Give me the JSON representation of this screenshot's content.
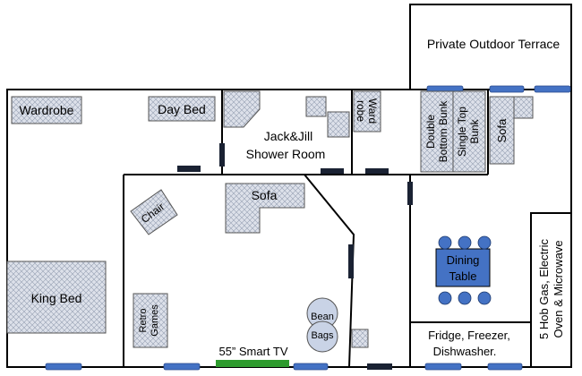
{
  "labels": {
    "terrace": "Private Outdoor Terrace",
    "wardrobe_left": "Wardrobe",
    "day_bed": "Day Bed",
    "shower_room_1": "Jack&Jill",
    "shower_room_2": "Shower Room",
    "ward_robe_1": "Ward",
    "ward_robe_2": "robe",
    "double_bunk_1": "Double",
    "double_bunk_2": "Bottom Bunk",
    "single_bunk_1": "Single Top",
    "single_bunk_2": "Bunk",
    "sofa_right": "Sofa",
    "chair": "Chair",
    "sofa_center": "Sofa",
    "king_bed": "King Bed",
    "retro_1": "Retro",
    "retro_2": "Games",
    "bean_1": "Bean",
    "bean_2": "Bags",
    "smart_tv": "55” Smart TV",
    "dining_1": "Dining",
    "dining_2": "Table",
    "kitchen_1": "5 Hob Gas, Electric",
    "kitchen_2": "Oven & Microwave",
    "fridge_1": "Fridge, Freezer,",
    "fridge_2": "Dishwasher."
  },
  "colors": {
    "wall": "#000000",
    "window": "#4472c4",
    "door": "#1a2233",
    "tv": "#2e9b2e",
    "table": "#4472c4",
    "furniture_fill": "#d9dde6",
    "bean_bag": "#c9d3e6"
  }
}
